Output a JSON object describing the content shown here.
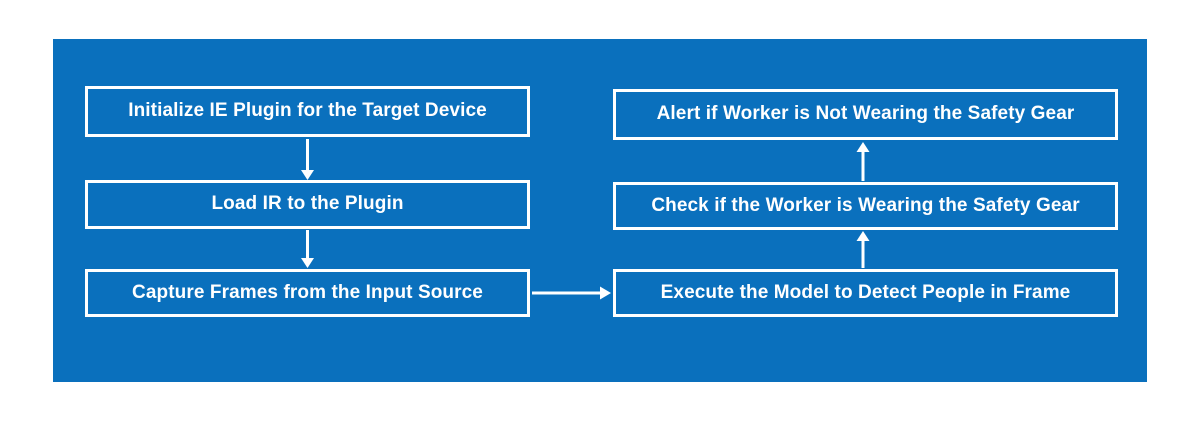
{
  "diagram": {
    "panel_color": "#0a70bd",
    "line_color": "#ffffff",
    "text_color": "#ffffff",
    "nodes": {
      "initialize": {
        "label": "Initialize IE Plugin for the Target Device"
      },
      "load_ir": {
        "label": "Load IR to the Plugin"
      },
      "capture": {
        "label": "Capture Frames from the Input Source"
      },
      "execute": {
        "label": "Execute the Model to Detect People in Frame"
      },
      "check": {
        "label": "Check if the Worker is Wearing the Safety Gear"
      },
      "alert": {
        "label": "Alert if Worker is Not Wearing the Safety Gear"
      }
    },
    "edges": [
      {
        "from": "initialize",
        "to": "load_ir",
        "direction": "down"
      },
      {
        "from": "load_ir",
        "to": "capture",
        "direction": "down"
      },
      {
        "from": "capture",
        "to": "execute",
        "direction": "right"
      },
      {
        "from": "execute",
        "to": "check",
        "direction": "up"
      },
      {
        "from": "check",
        "to": "alert",
        "direction": "up"
      }
    ]
  }
}
